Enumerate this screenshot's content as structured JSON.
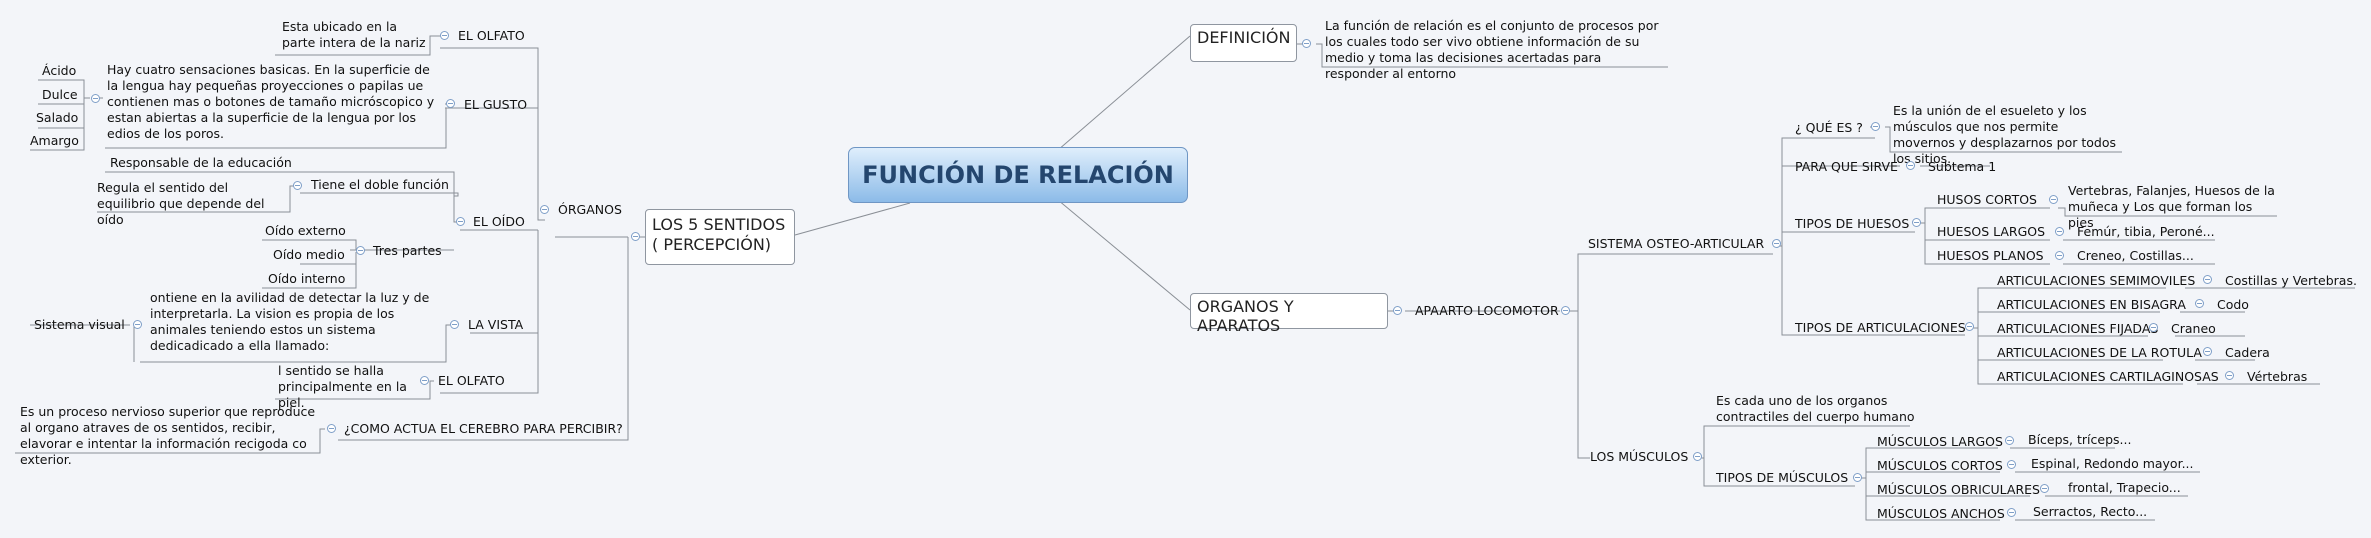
{
  "root": {
    "label": "FUNCIÓN DE RELACIÓN"
  },
  "definicion": {
    "label": "DEFINICIÓN",
    "text": "La función de relación es el conjunto de procesos por los cuales todo ser vivo obtiene información de su medio y toma las decisiones acertadas para responder al entorno"
  },
  "organos_aparatos": {
    "label": "ORGANOS Y APARATOS",
    "locomotor": "APAARTO LOCOMOTOR",
    "osteo": {
      "label": "SISTEMA OSTEO-ARTICULAR",
      "que_es": "¿ QUÉ ES ?",
      "que_es_text": "Es la unión de el esueleto y los músculos que nos permite movernos y desplazarnos por todos los sitios.",
      "para_que": "PARA QUE SIRVE",
      "subtema": "Subtema 1",
      "tipos_huesos": "TIPOS DE HUESOS",
      "huesos": [
        {
          "label": "HUSOS CORTOS",
          "value": "Vertebras, Falanjes, Huesos de la muñeca y Los que forman los pies"
        },
        {
          "label": "HUESOS LARGOS",
          "value": "Femúr, tibia, Peroné..."
        },
        {
          "label": "HUESOS PLANOS",
          "value": "Creneo, Costillas..."
        }
      ],
      "tipos_articulaciones": "TIPOS DE ARTICULACIONES",
      "articulaciones": [
        {
          "label": "ARTICULACIONES SEMIMOVILES",
          "value": "Costillas y Vertebras."
        },
        {
          "label": "ARTICULACIONES EN BISAGRA",
          "value": "Codo"
        },
        {
          "label": "ARTICULACIONES FIJADAS",
          "value": "Craneo"
        },
        {
          "label": "ARTICULACIONES DE LA ROTULA",
          "value": "Cadera"
        },
        {
          "label": "ARTICULACIONES CARTILAGINOSAS",
          "value": "Vértebras"
        }
      ]
    },
    "musculos": {
      "label": "LOS MÚSCULOS",
      "definition": "Es cada uno de los organos contractiles  del cuerpo humano",
      "tipos": "TIPOS DE MÚSCULOS",
      "items": [
        {
          "label": "MÚSCULOS LARGOS",
          "value": "Bíceps, tríceps..."
        },
        {
          "label": "MÚSCULOS CORTOS",
          "value": "Espinal, Redondo mayor..."
        },
        {
          "label": "MÚSCULOS OBRICULARES",
          "value": "frontal, Trapecio..."
        },
        {
          "label": "MÚSCULOS ANCHOS",
          "value": "Serractos, Recto..."
        }
      ]
    }
  },
  "sentidos": {
    "label": "LOS 5 SENTIDOS ( PERCEPCIÓN)",
    "organos": "ÓRGANOS",
    "olfato": {
      "label": "EL OLFATO",
      "text": "Esta ubicado en la parte intera de la nariz"
    },
    "gusto": {
      "label": "EL GUSTO",
      "text": "Hay cuatro sensaciones basicas. En la superficie de la lengua hay pequeñas proyecciones o papilas ue contienen mas o botones de tamaño micróscopico y estan abiertas a la superficie de la lengua por los edios de los poros.",
      "items": [
        "Ácido",
        "Dulce",
        "Salado",
        "Amargo"
      ]
    },
    "oido": {
      "label": "EL OÍDO",
      "responsable": "Responsable de la educación",
      "doble": "Tiene el doble función",
      "equilibrio": "Regula el sentido del equilibrio que depende del oído",
      "tres_partes": "Tres partes",
      "partes": [
        "Oído externo",
        "Oído medio",
        "Oído interno"
      ]
    },
    "vista": {
      "label": "LA VISTA",
      "text": "ontiene en la avilidad de detectar la luz y de interpretarla. La vision es propia de los animales teniendo estos un sistema dedicadicado a ella llamado:",
      "sistema": "Sistema visual"
    },
    "tacto": {
      "label": "EL OLFATO",
      "text": "l sentido se halla principalmente en la piel."
    },
    "cerebro": {
      "label": "¿COMO ACTUA EL CEREBRO PARA PERCIBIR?",
      "text": "Es un proceso nervioso superior que reproduce al organo atraves de os sentidos, recibir, elavorar e intentar la información recigoda co  exterior."
    }
  }
}
